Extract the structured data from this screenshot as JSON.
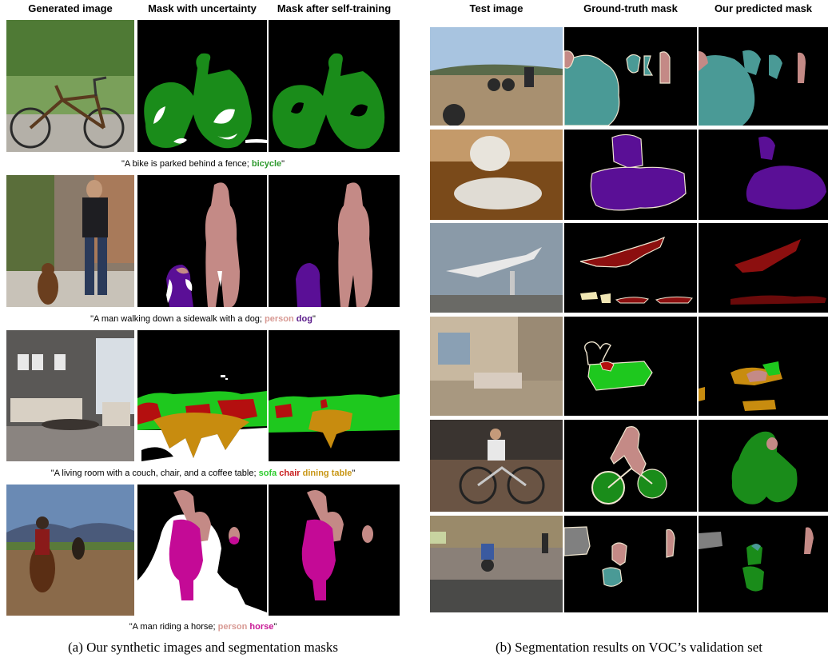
{
  "left": {
    "headers": [
      "Generated image",
      "Mask with uncertainty",
      "Mask after self-training"
    ],
    "rows": [
      {
        "caption_prefix": "\"A bike is parked behind a fence; ",
        "labels": [
          {
            "text": "bicycle",
            "color": "#2e9a2e"
          }
        ],
        "caption_suffix": "\""
      },
      {
        "caption_prefix": "\"A man walking down a sidewalk with a dog; ",
        "labels": [
          {
            "text": "person",
            "color": "#d89a94"
          },
          {
            "text": "dog",
            "color": "#5a1a8a"
          }
        ],
        "caption_suffix": "\""
      },
      {
        "caption_prefix": "\"A living room with a couch, chair, and a coffee table; ",
        "labels": [
          {
            "text": "sofa",
            "color": "#2ecc2e"
          },
          {
            "text": "chair",
            "color": "#c81a1a"
          },
          {
            "text": "dining table",
            "color": "#c89614"
          }
        ],
        "caption_suffix": "\""
      },
      {
        "caption_prefix": "\"A man riding a horse; ",
        "labels": [
          {
            "text": "person",
            "color": "#d89a94"
          },
          {
            "text": "horse",
            "color": "#c81a96"
          }
        ],
        "caption_suffix": "\""
      }
    ]
  },
  "right": {
    "headers": [
      "Test image",
      "Ground-truth mask",
      "Our predicted mask"
    ]
  },
  "subcaptions": {
    "a": "(a) Our synthetic images and segmentation masks",
    "b": "(b) Segmentation results on VOC’s validation set"
  },
  "colors": {
    "bicycle": "#1a8c1a",
    "person": "#c48a86",
    "dog": "#5a0f96",
    "sofa": "#1ec81e",
    "chair": "#b40f0f",
    "dining_table": "#c88c0f",
    "horse": "#c40a96",
    "aeroplane": "#8c0f0f",
    "motorbike": "#4a9a96",
    "pottedplant": "#f0e6b4",
    "bus": "#808080",
    "uncertain": "#ffffff"
  }
}
